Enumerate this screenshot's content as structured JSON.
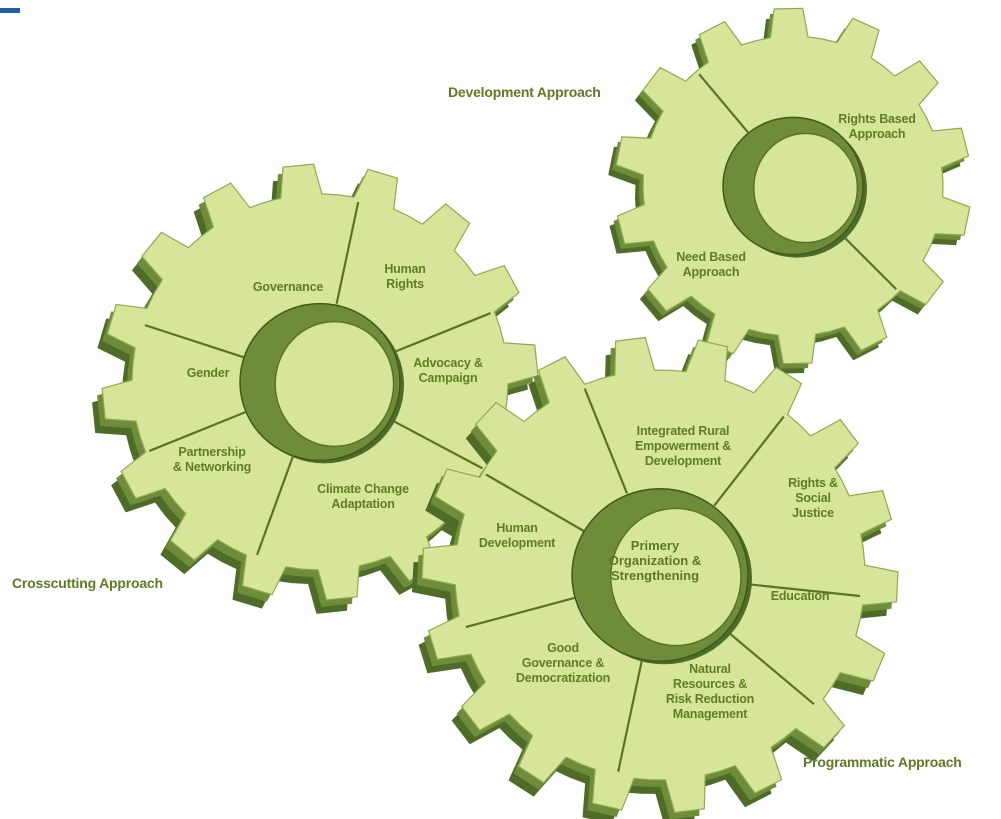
{
  "colors": {
    "gear_fill": "#d7e59a",
    "gear_side": "#6e8c3a",
    "gear_side_dark": "#4f6b28",
    "divider": "#5a7326",
    "label": "#5d7a24",
    "corner_mark": "#1f5fa8"
  },
  "approaches": {
    "development": "Development Approach",
    "crosscutting": "Crosscutting Approach",
    "programmatic": "Programmatic Approach"
  },
  "development_gear": {
    "segments": {
      "rights_based": "Rights Based\nApproach",
      "need_based": "Need Based\nApproach"
    }
  },
  "crosscutting_gear": {
    "segments": {
      "governance": "Governance",
      "human_rights": "Human\nRights",
      "advocacy": "Advocacy &\nCampaign",
      "climate": "Climate Change\nAdaptation",
      "partnership": "Partnership\n& Networking",
      "gender": "Gender"
    }
  },
  "programmatic_gear": {
    "hub": "Primery\nOrganization &\nStrengthening",
    "segments": {
      "integrated": "Integrated Rural\nEmpowerment &\nDevelopment",
      "rights_social": "Rights &\nSocial\nJustice",
      "education": "Education",
      "natural": "Natural\nResources &\nRisk Reduction\nManagement",
      "good_governance": "Good\nGovernance &\nDemocratization",
      "human_dev": "Human\nDevelopment"
    }
  }
}
